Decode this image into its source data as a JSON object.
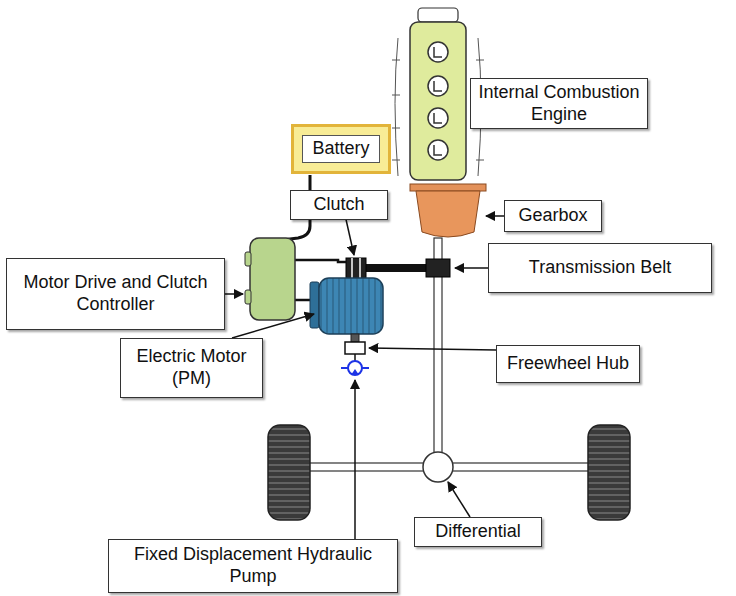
{
  "diagram": {
    "nodes": [
      {
        "text": [
          "Internal Combustion Engine"
        ]
      },
      {
        "text": [
          "Battery"
        ]
      },
      {
        "text": [
          "Clutch"
        ]
      },
      {
        "text": [
          "Gearbox"
        ]
      },
      {
        "text": [
          "Motor Drive and Clutch Controller"
        ]
      },
      {
        "text": [
          "Transmission Belt"
        ]
      },
      {
        "text": [
          "Electric Motor (PM)"
        ]
      },
      {
        "text": [
          "Freewheel Hub"
        ]
      },
      {
        "text": [
          "Differential"
        ]
      },
      {
        "text": [
          "Fixed Displacement Hydraulic Pump"
        ]
      }
    ]
  }
}
